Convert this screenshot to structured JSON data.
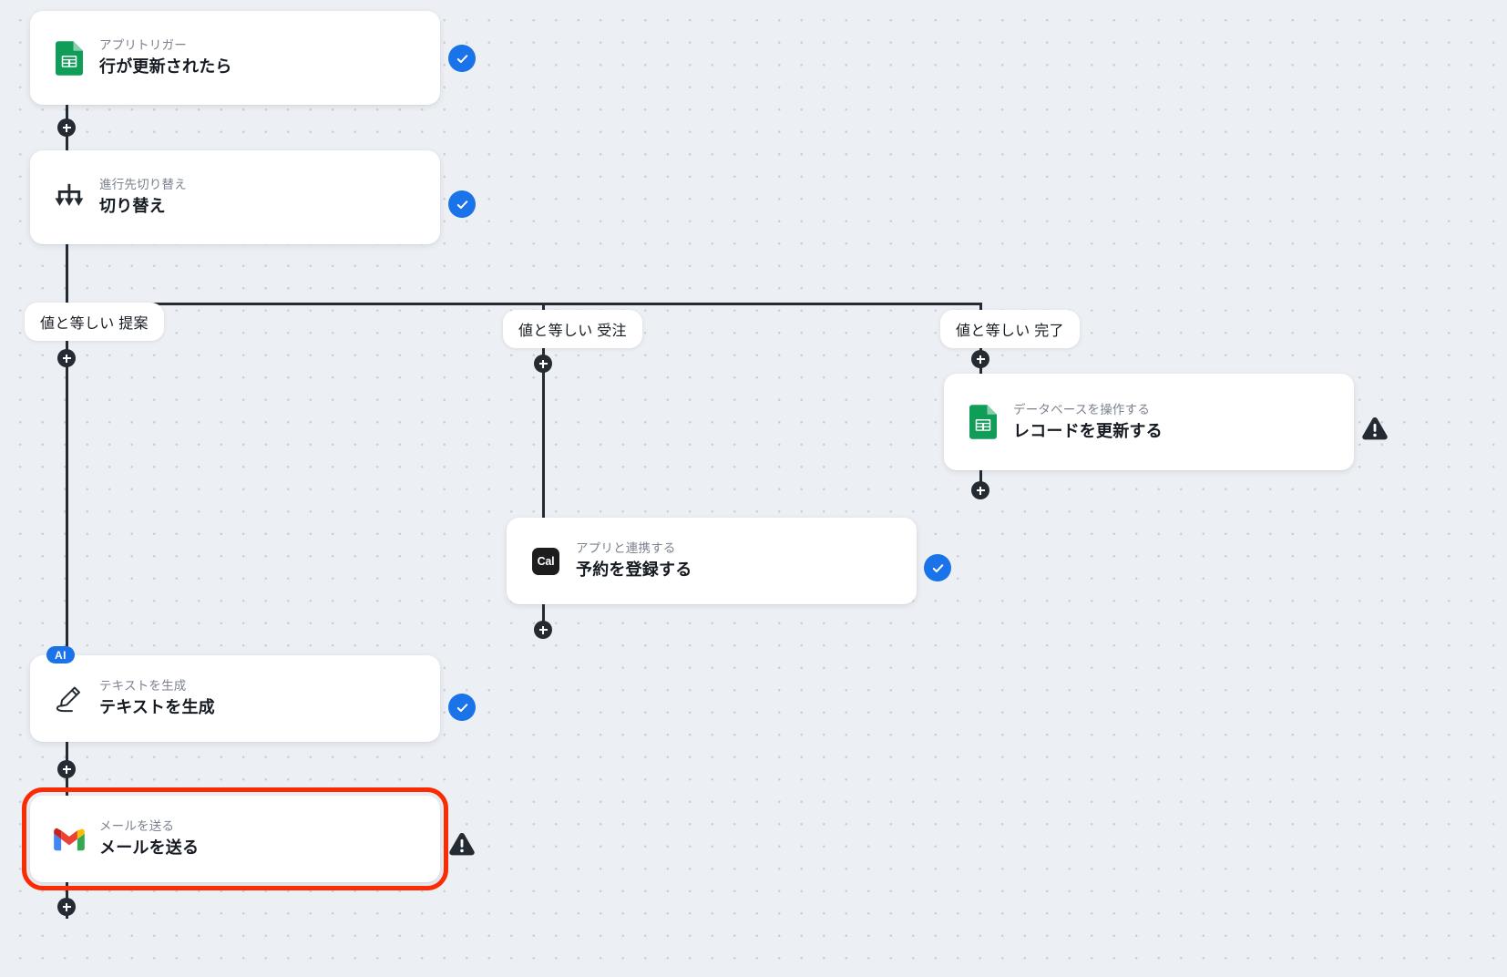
{
  "canvas": {
    "background_color": "#eceff3",
    "dot_color": "#c9cfd8",
    "line_color": "#252b33",
    "accent_blue": "#1a73e8",
    "selection_red": "#fb2c04",
    "warning_color": "#252b33"
  },
  "nodes": [
    {
      "id": "trigger",
      "subtitle": "アプリトリガー",
      "title": "行が更新されたら",
      "icon": "google-sheets-icon",
      "status": "check",
      "selected": false,
      "ai_badge": null
    },
    {
      "id": "switch",
      "subtitle": "進行先切り替え",
      "title": "切り替え",
      "icon": "switch-branch-icon",
      "status": "check",
      "selected": false,
      "ai_badge": null
    },
    {
      "id": "update-record",
      "subtitle": "データベースを操作する",
      "title": "レコードを更新する",
      "icon": "google-sheets-icon",
      "status": "warning",
      "selected": false,
      "ai_badge": null
    },
    {
      "id": "register-booking",
      "subtitle": "アプリと連携する",
      "title": "予約を登録する",
      "icon": "cal-icon",
      "status": "check",
      "selected": false,
      "ai_badge": null
    },
    {
      "id": "generate-text",
      "subtitle": "テキストを生成",
      "title": "テキストを生成",
      "icon": "pencil-generate-icon",
      "status": "check",
      "selected": false,
      "ai_badge": "AI"
    },
    {
      "id": "send-mail",
      "subtitle": "メールを送る",
      "title": "メールを送る",
      "icon": "gmail-icon",
      "status": "warning",
      "selected": true,
      "ai_badge": null
    }
  ],
  "branches": [
    {
      "id": "branch-proposal",
      "label": "値と等しい 提案"
    },
    {
      "id": "branch-order",
      "label": "値と等しい 受注"
    },
    {
      "id": "branch-complete",
      "label": "値と等しい 完了"
    }
  ],
  "connectors": [
    {
      "id": "plus-after-trigger"
    },
    {
      "id": "plus-branch-proposal"
    },
    {
      "id": "plus-branch-order"
    },
    {
      "id": "plus-branch-complete"
    },
    {
      "id": "plus-after-update-record"
    },
    {
      "id": "plus-after-register-booking"
    },
    {
      "id": "plus-after-generate-text"
    },
    {
      "id": "plus-after-send-mail"
    }
  ]
}
